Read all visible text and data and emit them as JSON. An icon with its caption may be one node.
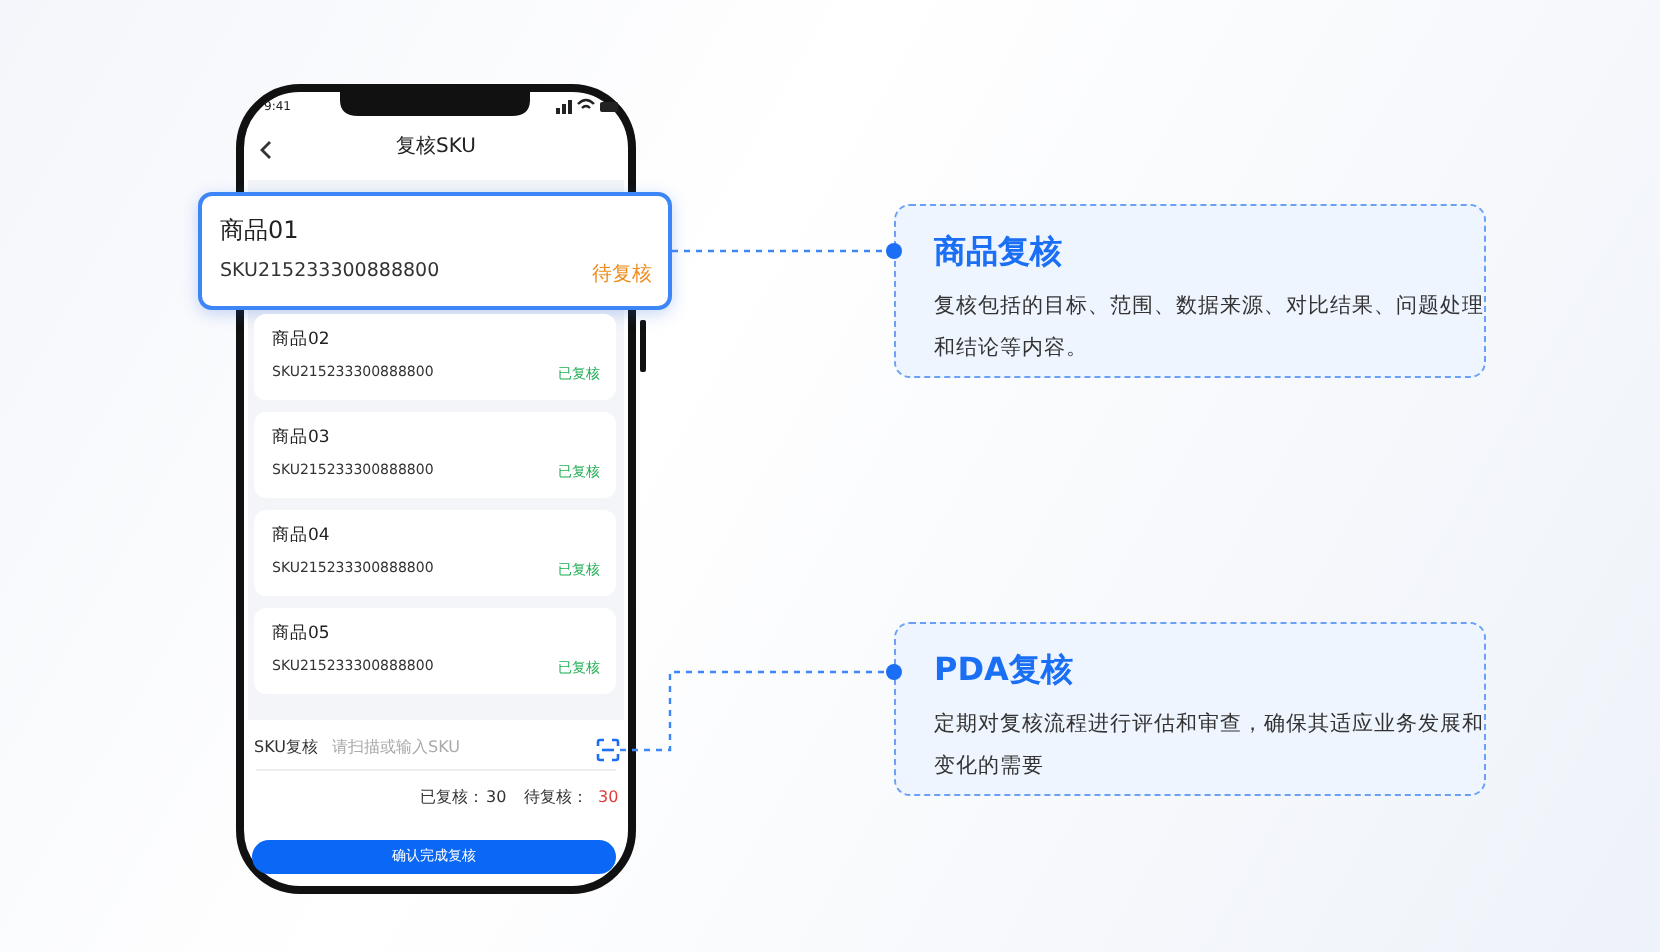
{
  "diagram": {
    "nodes": [
      {
        "text": [
          "商品01",
          "SKU215233300888800",
          "待复核"
        ]
      },
      {
        "text": [
          "商品复核",
          "复核包括的目标、范围、数据来源、对比结果、问题处理和结论等内容。"
        ]
      },
      {
        "text": [
          "商品02",
          "SKU215233300888800",
          "已复核"
        ]
      },
      {
        "text": [
          "商品03",
          "SKU215233300888800",
          "已复核"
        ]
      },
      {
        "text": [
          "商品04",
          "SKU215233300888800",
          "已复核"
        ]
      },
      {
        "text": [
          "商品05",
          "SKU215233300888800",
          "已复核"
        ]
      },
      {
        "text": [],
        "shape": "box"
      },
      {
        "text": [
          "PDA复核",
          "定期对复核流程进行评估和审查，确保其适应业务发展和变化的需要"
        ]
      }
    ],
    "edges": [
      {
        "from": 0,
        "to": 1,
        "arrow": "other",
        "style": "dashed"
      },
      {
        "from": 6,
        "to": 7,
        "arrow": "other",
        "style": "dashed"
      }
    ],
    "labels": [
      "9:41",
      "复核SKU",
      "SKU复核",
      "请扫描或输入SKU",
      "已复核：",
      "30",
      "待复核：",
      "30",
      "确认完成复核"
    ]
  }
}
